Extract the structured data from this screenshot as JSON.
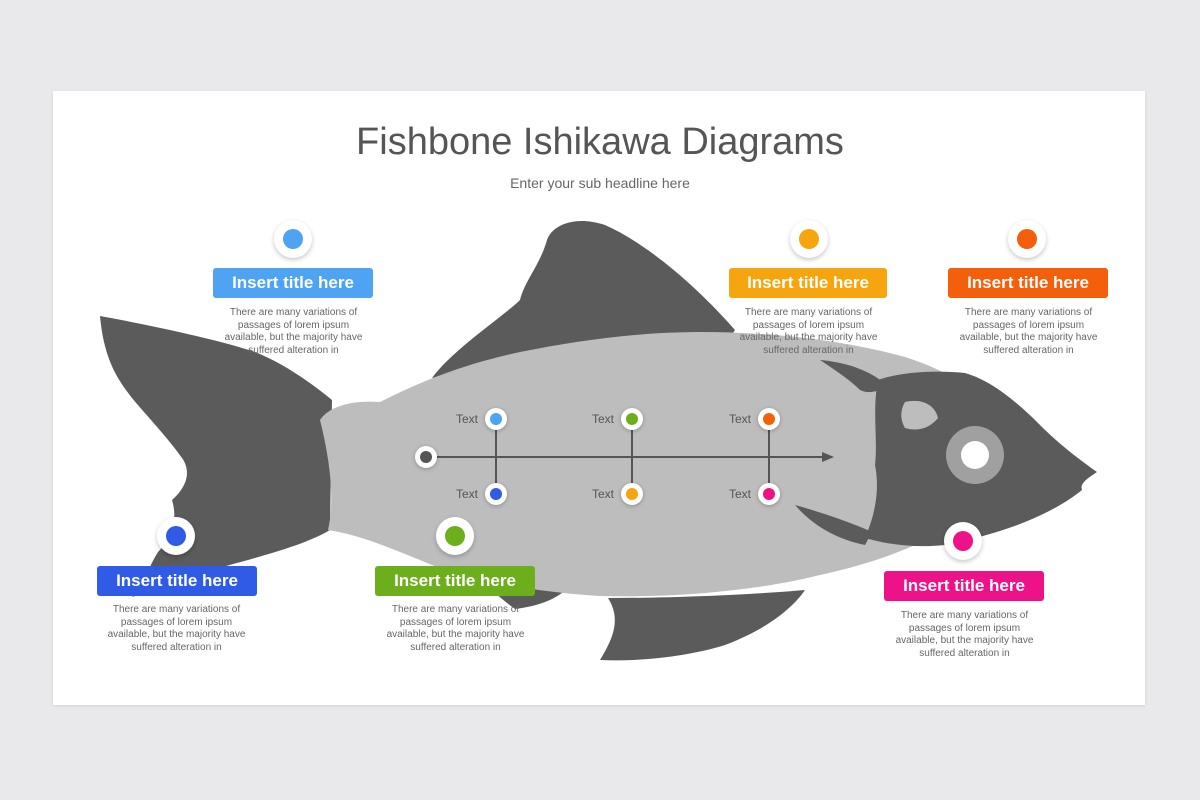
{
  "slide": {
    "title": "Fishbone Ishikawa Diagrams",
    "subtitle": "Enter your sub headline here"
  },
  "colors": {
    "fish_dark": "#5b5b5b",
    "fish_body": "#bdbdbd",
    "spine": "#555555",
    "eye_outer": "#a0a0a0"
  },
  "categories": [
    {
      "title": "Insert title here",
      "color": "#4ea3f2",
      "description": "There are many variations of passages of lorem ipsum available, but the majority have suffered alteration in"
    },
    {
      "title": "Insert title here",
      "color": "#f6a50f",
      "description": "There are many variations of passages of lorem ipsum available, but the majority have suffered alteration in"
    },
    {
      "title": "Insert title here",
      "color": "#f45f0c",
      "description": "There are many variations of passages of lorem ipsum available, but the majority have suffered alteration in"
    },
    {
      "title": "Insert title here",
      "color": "#2f5be6",
      "description": "There are many variations of passages of lorem ipsum available, but the majority have suffered alteration in"
    },
    {
      "title": "Insert title here",
      "color": "#6cae1c",
      "description": "There are many variations of passages of lorem ipsum available, but the majority have suffered alteration in"
    },
    {
      "title": "Insert title here",
      "color": "#ee1289",
      "description": "There are many variations of passages of lorem ipsum available, but the majority have suffered alteration in"
    }
  ],
  "bones": [
    {
      "label": "Text",
      "color": "#4ea3f2"
    },
    {
      "label": "Text",
      "color": "#6cae1c"
    },
    {
      "label": "Text",
      "color": "#f45f0c"
    },
    {
      "label": "Text",
      "color": "#2f5be6"
    },
    {
      "label": "Text",
      "color": "#f6a50f"
    },
    {
      "label": "Text",
      "color": "#ee1289"
    }
  ]
}
